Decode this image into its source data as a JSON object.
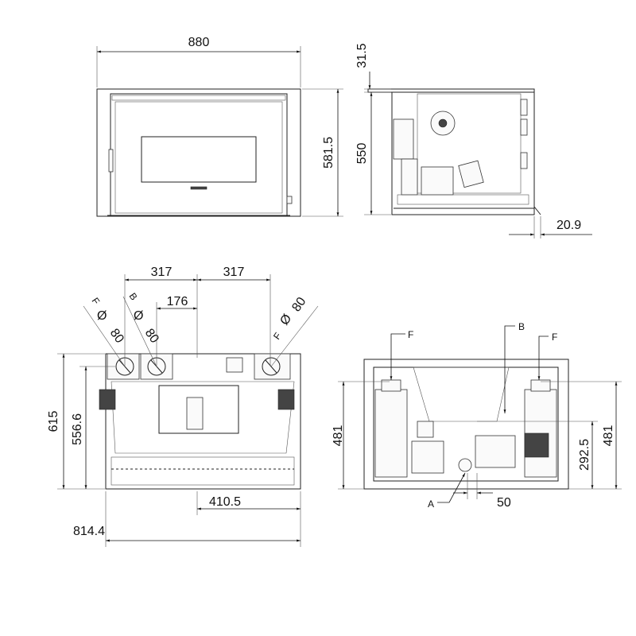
{
  "front_view": {
    "width": "880",
    "height": "581.5"
  },
  "side_view": {
    "top_offset": "31.5",
    "height": "550",
    "rear_offset": "20.9"
  },
  "rear_view": {
    "left_spacing": "317",
    "right_spacing": "317",
    "inner_spacing": "176",
    "total_height": "615",
    "outlet_height": "556.6",
    "center_offset": "410.5",
    "total_width": "814.4",
    "outlets": [
      {
        "label": "F",
        "diameter": "Ø",
        "size": "80"
      },
      {
        "label": "B",
        "diameter": "Ø",
        "size": "80"
      },
      {
        "label": "F",
        "diameter": "Ø",
        "size": "80"
      }
    ]
  },
  "top_view": {
    "labels": {
      "f_left": "F",
      "b": "B",
      "f_right": "F",
      "a": "A"
    },
    "left_height": "481",
    "right_height": "481",
    "a_height": "292.5",
    "a_offset": "50"
  }
}
